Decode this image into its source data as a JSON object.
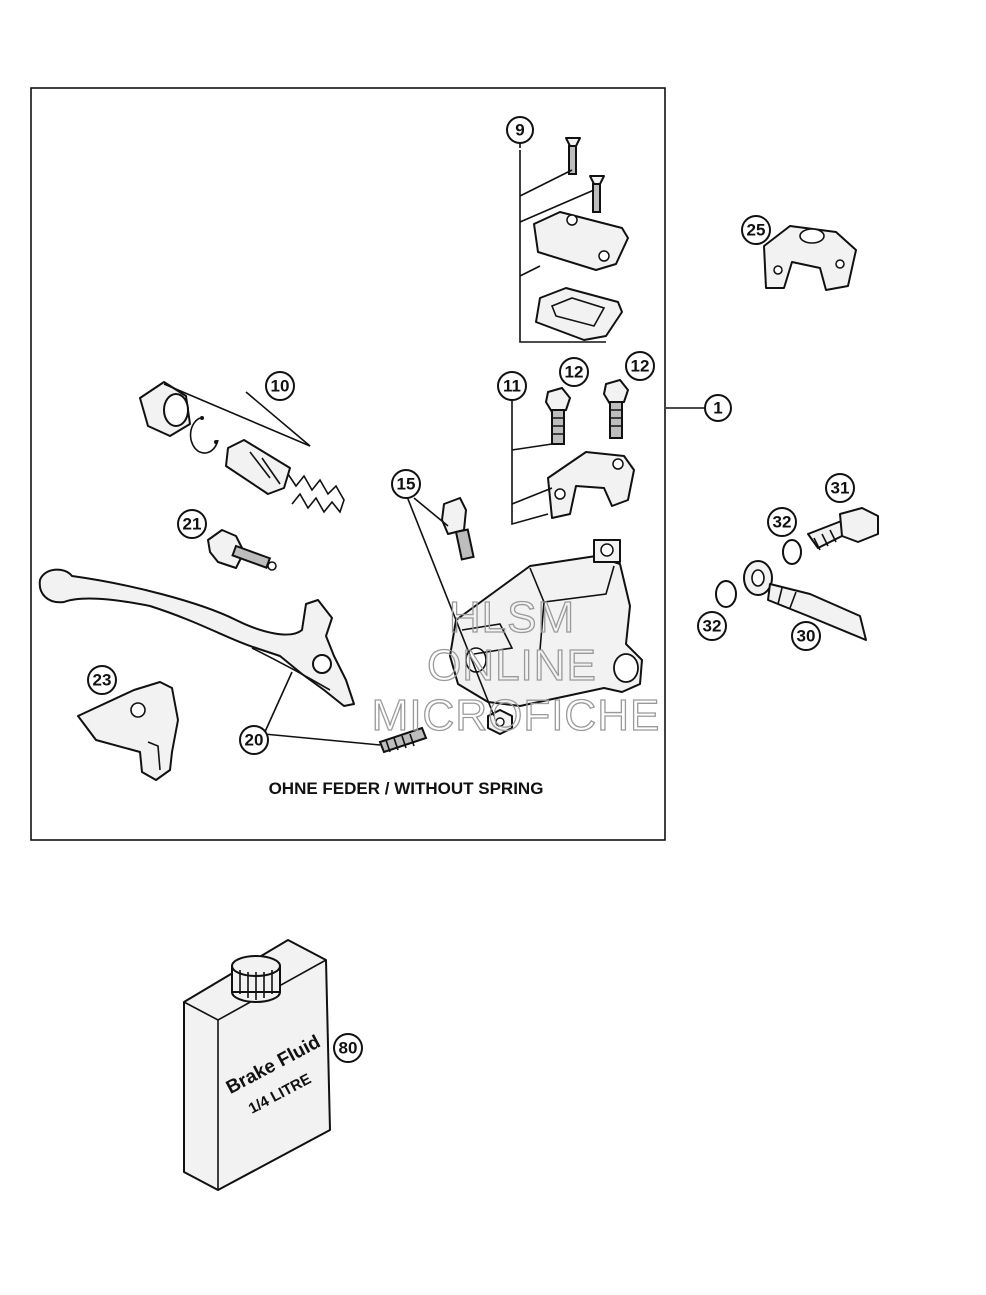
{
  "callouts": {
    "c1": "1",
    "c9": "9",
    "c10": "10",
    "c11": "11",
    "c12a": "12",
    "c12b": "12",
    "c15": "15",
    "c20": "20",
    "c21": "21",
    "c23": "23",
    "c25": "25",
    "c30": "30",
    "c31": "31",
    "c32a": "32",
    "c32b": "32",
    "c80": "80"
  },
  "caption": "OHNE FEDER / WITHOUT SPRING",
  "watermark": {
    "line1": "HLSM",
    "line2": "ONLINE",
    "line3": "MICROFICHE"
  },
  "bottle": {
    "label_line1": "Brake Fluid",
    "label_line2": "1/4 LITRE"
  }
}
